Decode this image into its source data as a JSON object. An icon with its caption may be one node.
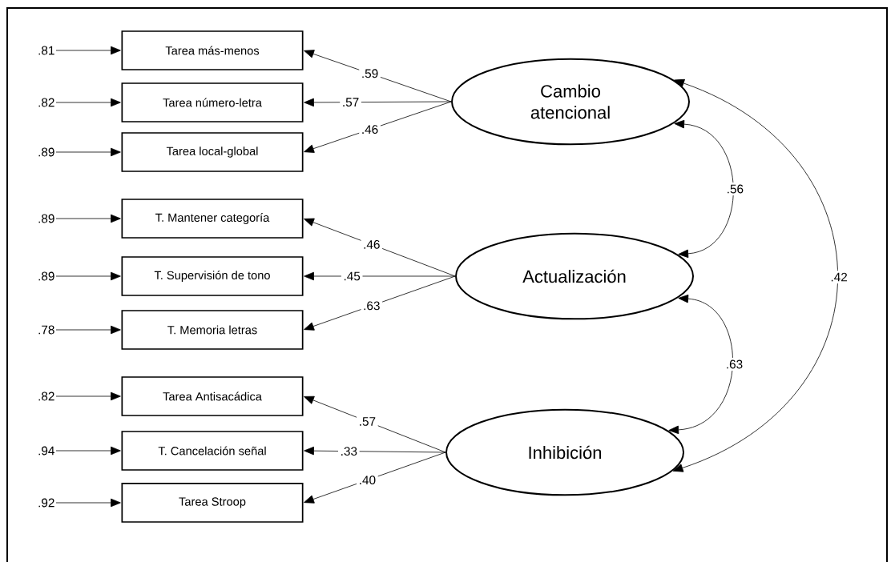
{
  "diagram": {
    "nodes": [
      {
        "text": [
          ".81"
        ]
      },
      {
        "text": [
          "Tarea más-menos"
        ]
      },
      {
        "text": [
          ".82"
        ]
      },
      {
        "text": [
          "Tarea número-letra"
        ]
      },
      {
        "text": [
          ".89"
        ]
      },
      {
        "text": [
          "Tarea local-global"
        ]
      },
      {
        "text": [
          ".89"
        ]
      },
      {
        "text": [
          "T. Mantener categoría"
        ]
      },
      {
        "text": [
          ".89"
        ]
      },
      {
        "text": [
          "T. Supervisión de tono"
        ]
      },
      {
        "text": [
          ".78"
        ]
      },
      {
        "text": [
          "T. Memoria letras"
        ]
      },
      {
        "text": [
          ".82"
        ]
      },
      {
        "text": [
          "Tarea Antisacádica"
        ]
      },
      {
        "text": [
          ".94"
        ]
      },
      {
        "text": [
          "T. Cancelación señal"
        ]
      },
      {
        "text": [
          ".92"
        ]
      },
      {
        "text": [
          "Tarea Stroop"
        ]
      },
      {
        "text": [
          "Cambio atencional"
        ]
      },
      {
        "text": [
          "Actualización"
        ]
      },
      {
        "text": [
          "Inhibición"
        ]
      }
    ],
    "edges": [
      {
        "from": 0,
        "to": 1,
        "arrow": "to"
      },
      {
        "from": 2,
        "to": 3,
        "arrow": "to"
      },
      {
        "from": 4,
        "to": 5,
        "arrow": "to"
      },
      {
        "from": 6,
        "to": 7,
        "arrow": "to"
      },
      {
        "from": 8,
        "to": 9,
        "arrow": "to"
      },
      {
        "from": 10,
        "to": 11,
        "arrow": "to"
      },
      {
        "from": 12,
        "to": 13,
        "arrow": "to"
      },
      {
        "from": 14,
        "to": 15,
        "arrow": "to"
      },
      {
        "from": 16,
        "to": 17,
        "arrow": "to"
      },
      {
        "from": 18,
        "to": 1,
        "arrow": "to",
        "label": ".59"
      },
      {
        "from": 18,
        "to": 3,
        "arrow": "to",
        "label": ".57"
      },
      {
        "from": 18,
        "to": 5,
        "arrow": "to",
        "label": ".46"
      },
      {
        "from": 19,
        "to": 7,
        "arrow": "to",
        "label": ".46"
      },
      {
        "from": 19,
        "to": 9,
        "arrow": "to",
        "label": ".45"
      },
      {
        "from": 19,
        "to": 11,
        "arrow": "to",
        "label": ".63"
      },
      {
        "from": 20,
        "to": 13,
        "arrow": "to",
        "label": ".57"
      },
      {
        "from": 20,
        "to": 15,
        "arrow": "to",
        "label": ".33"
      },
      {
        "from": 20,
        "to": 17,
        "arrow": "to",
        "label": ".40"
      },
      {
        "from": 18,
        "to": 19,
        "arrow": "both",
        "label": ".56"
      },
      {
        "from": 19,
        "to": 20,
        "arrow": "both",
        "label": ".63"
      },
      {
        "from": 18,
        "to": 20,
        "arrow": "both",
        "label": ".42"
      }
    ]
  }
}
